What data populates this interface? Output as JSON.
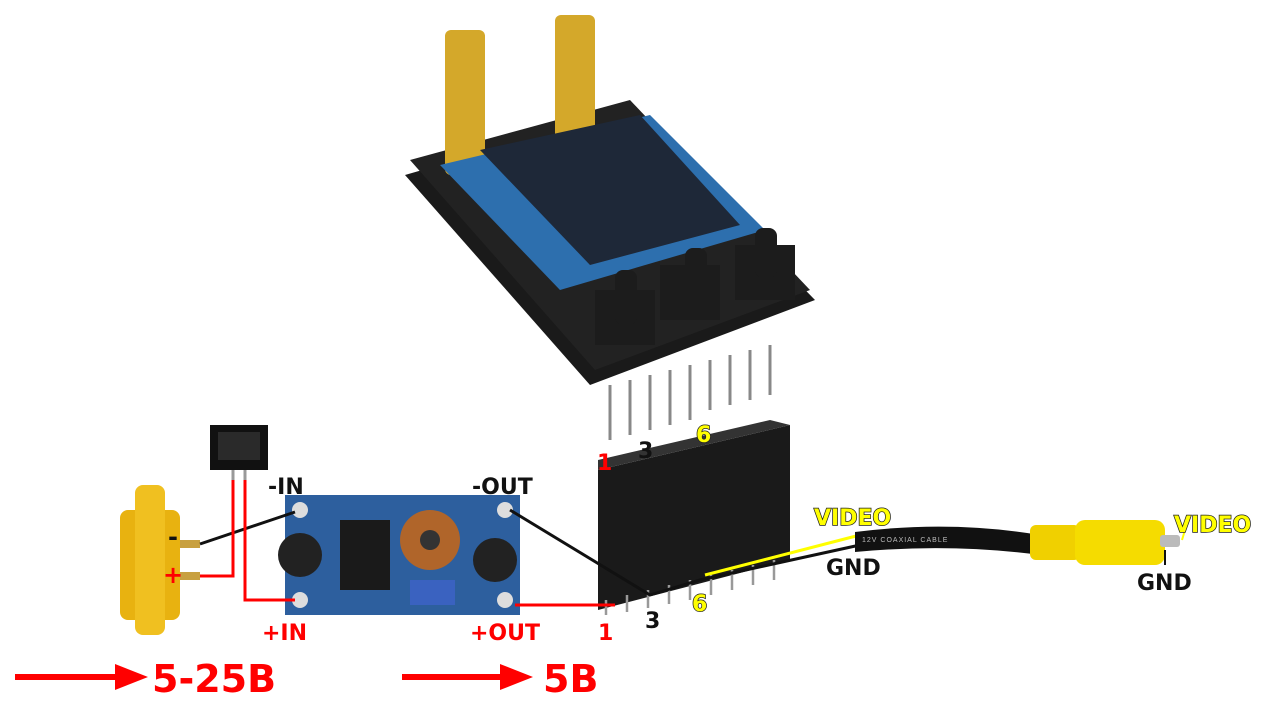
{
  "buck_converter": {
    "neg_in": "-IN",
    "pos_in": "+IN",
    "neg_out": "-OUT",
    "pos_out": "+OUT"
  },
  "xt60": {
    "minus": "-",
    "plus": "+"
  },
  "header_pins_top": {
    "pin1": "1",
    "pin3": "3",
    "pin6": "6"
  },
  "header_pins_bottom": {
    "pin1": "1",
    "pin3": "3",
    "pin6": "6"
  },
  "cable": {
    "video_wire": "VIDEO",
    "gnd_wire": "GND",
    "print": "12V   COAXIAL   CABLE",
    "rca_video": "VIDEO",
    "rca_gnd": "GND"
  },
  "voltage": {
    "input_range": "5-25B",
    "output": "5B"
  },
  "colors": {
    "red": "#ff0000",
    "yellow": "#ffff00",
    "pcb_blue": "#2d5f9e",
    "gold": "#d4a82a"
  }
}
